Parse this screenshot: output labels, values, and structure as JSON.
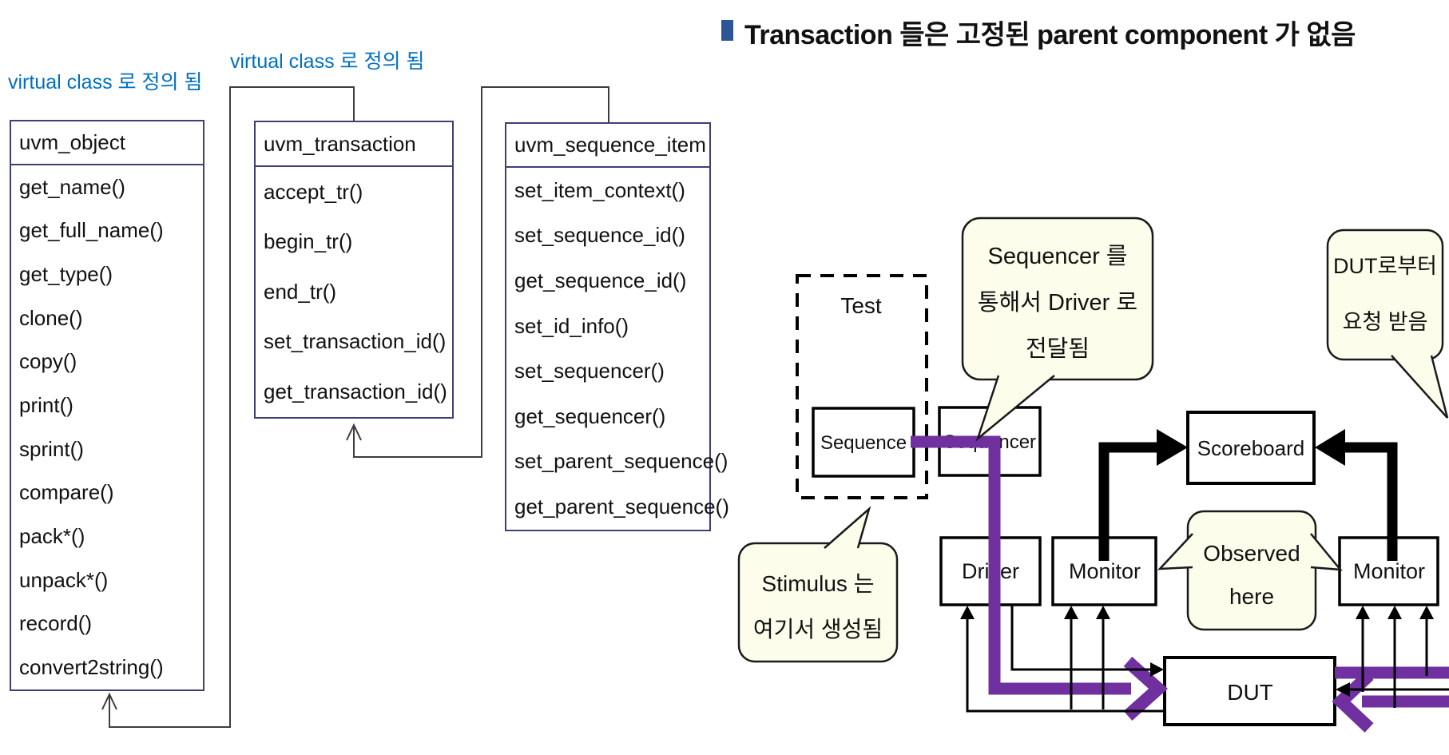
{
  "slide": {
    "title": "Transaction 들은 고정된 parent component 가 없음"
  },
  "class_diagram": {
    "annotation_left": "virtual class 로 정의 됨",
    "annotation_middle": "virtual class 로 정의 됨",
    "classes": [
      {
        "name": "uvm_object",
        "methods": [
          "get_name()",
          "get_full_name()",
          "get_type()",
          "clone()",
          "copy()",
          "print()",
          "sprint()",
          "compare()",
          "pack*()",
          "unpack*()",
          "record()",
          "convert2string()"
        ]
      },
      {
        "name": "uvm_transaction",
        "methods": [
          "accept_tr()",
          "begin_tr()",
          "end_tr()",
          "set_transaction_id()",
          "get_transaction_id()"
        ]
      },
      {
        "name": "uvm_sequence_item",
        "methods": [
          "set_item_context()",
          "set_sequence_id()",
          "get_sequence_id()",
          "set_id_info()",
          "set_sequencer()",
          "get_sequencer()",
          "set_parent_sequence()",
          "get_parent_sequence()"
        ]
      }
    ]
  },
  "testbench": {
    "boxes": {
      "test": "Test",
      "sequence": "Sequence",
      "sequencer": "Sequencer",
      "driver": "Driver",
      "monitor_left": "Monitor",
      "scoreboard": "Scoreboard",
      "monitor_right": "Monitor",
      "dut": "DUT"
    },
    "callouts": {
      "sequencer_note": {
        "lines": [
          "Sequencer 를",
          "통해서 Driver 로",
          "전달됨"
        ]
      },
      "dut_request_note": {
        "lines": [
          "DUT로부터",
          "요청 받음"
        ]
      },
      "stimulus_note": {
        "lines": [
          "Stimulus 는",
          "여기서 생성됨"
        ]
      },
      "observed_note": {
        "lines": [
          "Observed",
          "here"
        ]
      }
    }
  },
  "colors": {
    "annotation_blue": "#0070C0",
    "flow_purple": "#7030A0",
    "callout_fill": "#FDFDEC",
    "uml_border": "#3F3F78",
    "bullet_blue": "#2E5597"
  }
}
